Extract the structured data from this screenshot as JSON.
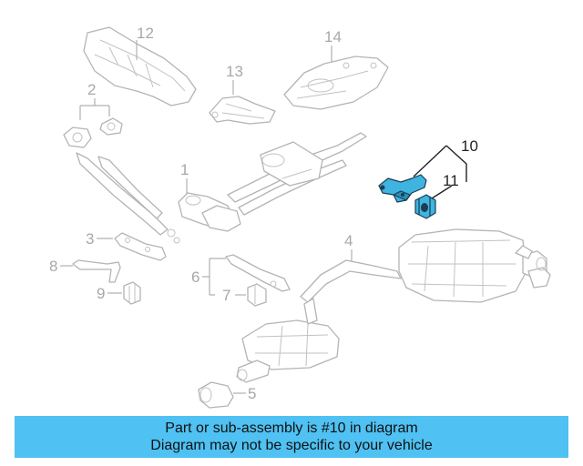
{
  "diagram": {
    "callouts": [
      "1",
      "2",
      "3",
      "4",
      "5",
      "6",
      "7",
      "8",
      "9",
      "10",
      "11",
      "12",
      "13",
      "14"
    ],
    "highlighted_part": "10",
    "colors": {
      "highlight_fill": "#3fb4e0",
      "highlight_stroke": "#1a3e52",
      "line": "#b4b4b4",
      "callout_text": "#a8a8a8"
    }
  },
  "banner": {
    "line1": "Part or sub-assembly is #10 in diagram",
    "line2": "Diagram may not be specific to your vehicle",
    "background": "#4fc1f2"
  }
}
